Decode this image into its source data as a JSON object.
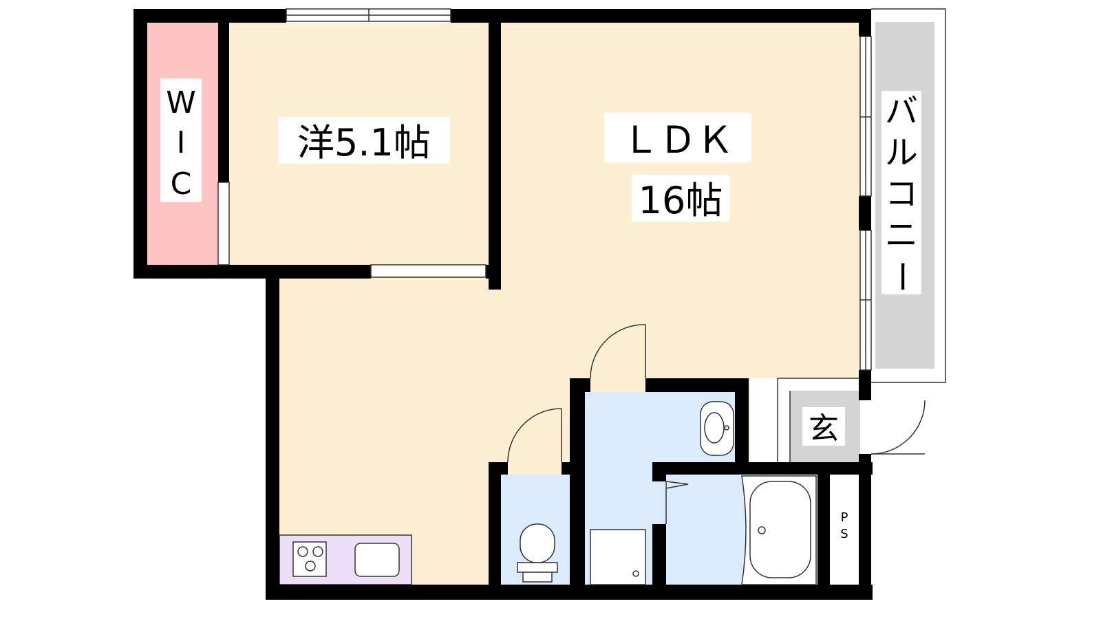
{
  "rooms": {
    "wic": {
      "label_w": "W",
      "label_i": "I",
      "label_c": "C",
      "color": "#ffc4c4"
    },
    "western": {
      "label": "洋5.1帖",
      "color": "#fdf0d2"
    },
    "ldk": {
      "label": "ＬＤＫ",
      "size": "16帖",
      "color": "#fdf0d2"
    },
    "balcony": {
      "label_1": "バ",
      "label_2": "ル",
      "label_3": "コ",
      "label_4": "ニ",
      "label_5": "ー",
      "color": "#d4d4d4"
    },
    "entrance": {
      "label": "玄",
      "color": "#d4d4d4"
    },
    "toilet": {
      "color": "#dcebfb"
    },
    "washroom": {
      "color": "#dcebfb"
    },
    "bathroom": {
      "color": "#dcebfb"
    },
    "ps": {
      "label_p": "P",
      "label_s": "S"
    },
    "kitchen": {
      "color": "#ecdff7"
    }
  },
  "colors": {
    "wall": "#000000",
    "fixture_line": "#333333"
  }
}
